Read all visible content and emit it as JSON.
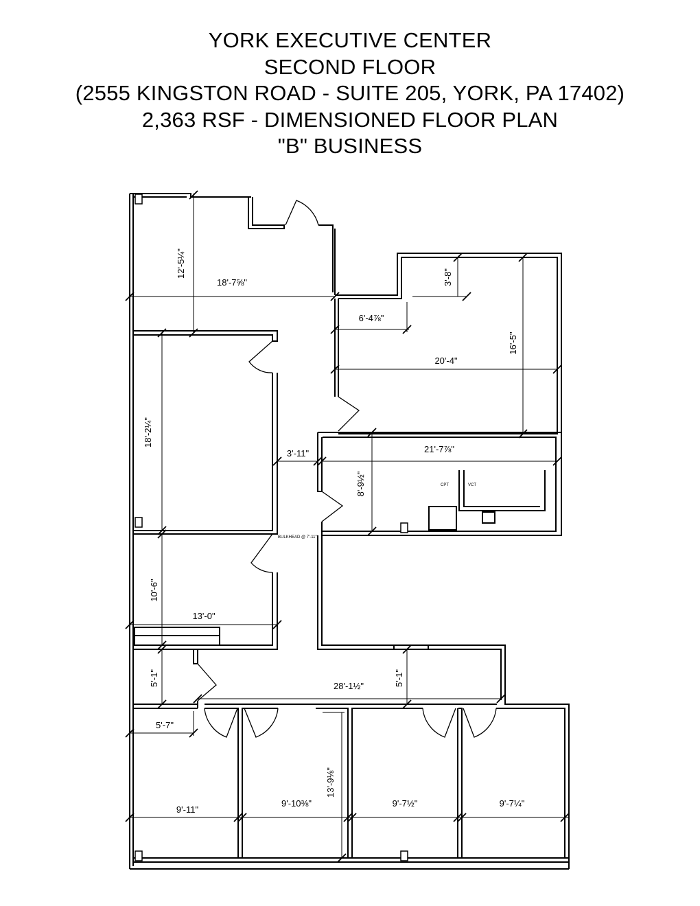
{
  "title": {
    "line1": "YORK EXECUTIVE CENTER",
    "line2": "SECOND FLOOR",
    "line3": "(2555 KINGSTON ROAD - SUITE 205, YORK, PA 17402)",
    "line4": "2,363 RSF - DIMENSIONED FLOOR PLAN",
    "line5": "\"B\" BUSINESS"
  },
  "dimensions": {
    "d_12_5": "12'-5¼\"",
    "d_18_7": "18'-7⅝\"",
    "d_3_8": "3'-8\"",
    "d_6_4": "6'-4⅞\"",
    "d_16_5": "16'-5\"",
    "d_20_4": "20'-4\"",
    "d_18_2": "18'-2¼\"",
    "d_3_11": "3'-11\"",
    "d_21_7": "21'-7⅞\"",
    "d_8_9": "8'-9½\"",
    "d_10_6": "10'-6\"",
    "d_13_0": "13'-0\"",
    "d_5_1a": "5'-1\"",
    "d_28_1": "28'-1½\"",
    "d_5_1b": "5'-1\"",
    "d_5_7": "5'-7\"",
    "d_13_9": "13'-9⅛\"",
    "d_9_11": "9'-11\"",
    "d_9_10": "9'-10⅜\"",
    "d_9_7a": "9'-7½\"",
    "d_9_7b": "9'-7¼\""
  },
  "notes": {
    "bulkhead": "BULKHEAD @ 7'-11\"",
    "cpt": "CPT",
    "vct": "VCT"
  }
}
